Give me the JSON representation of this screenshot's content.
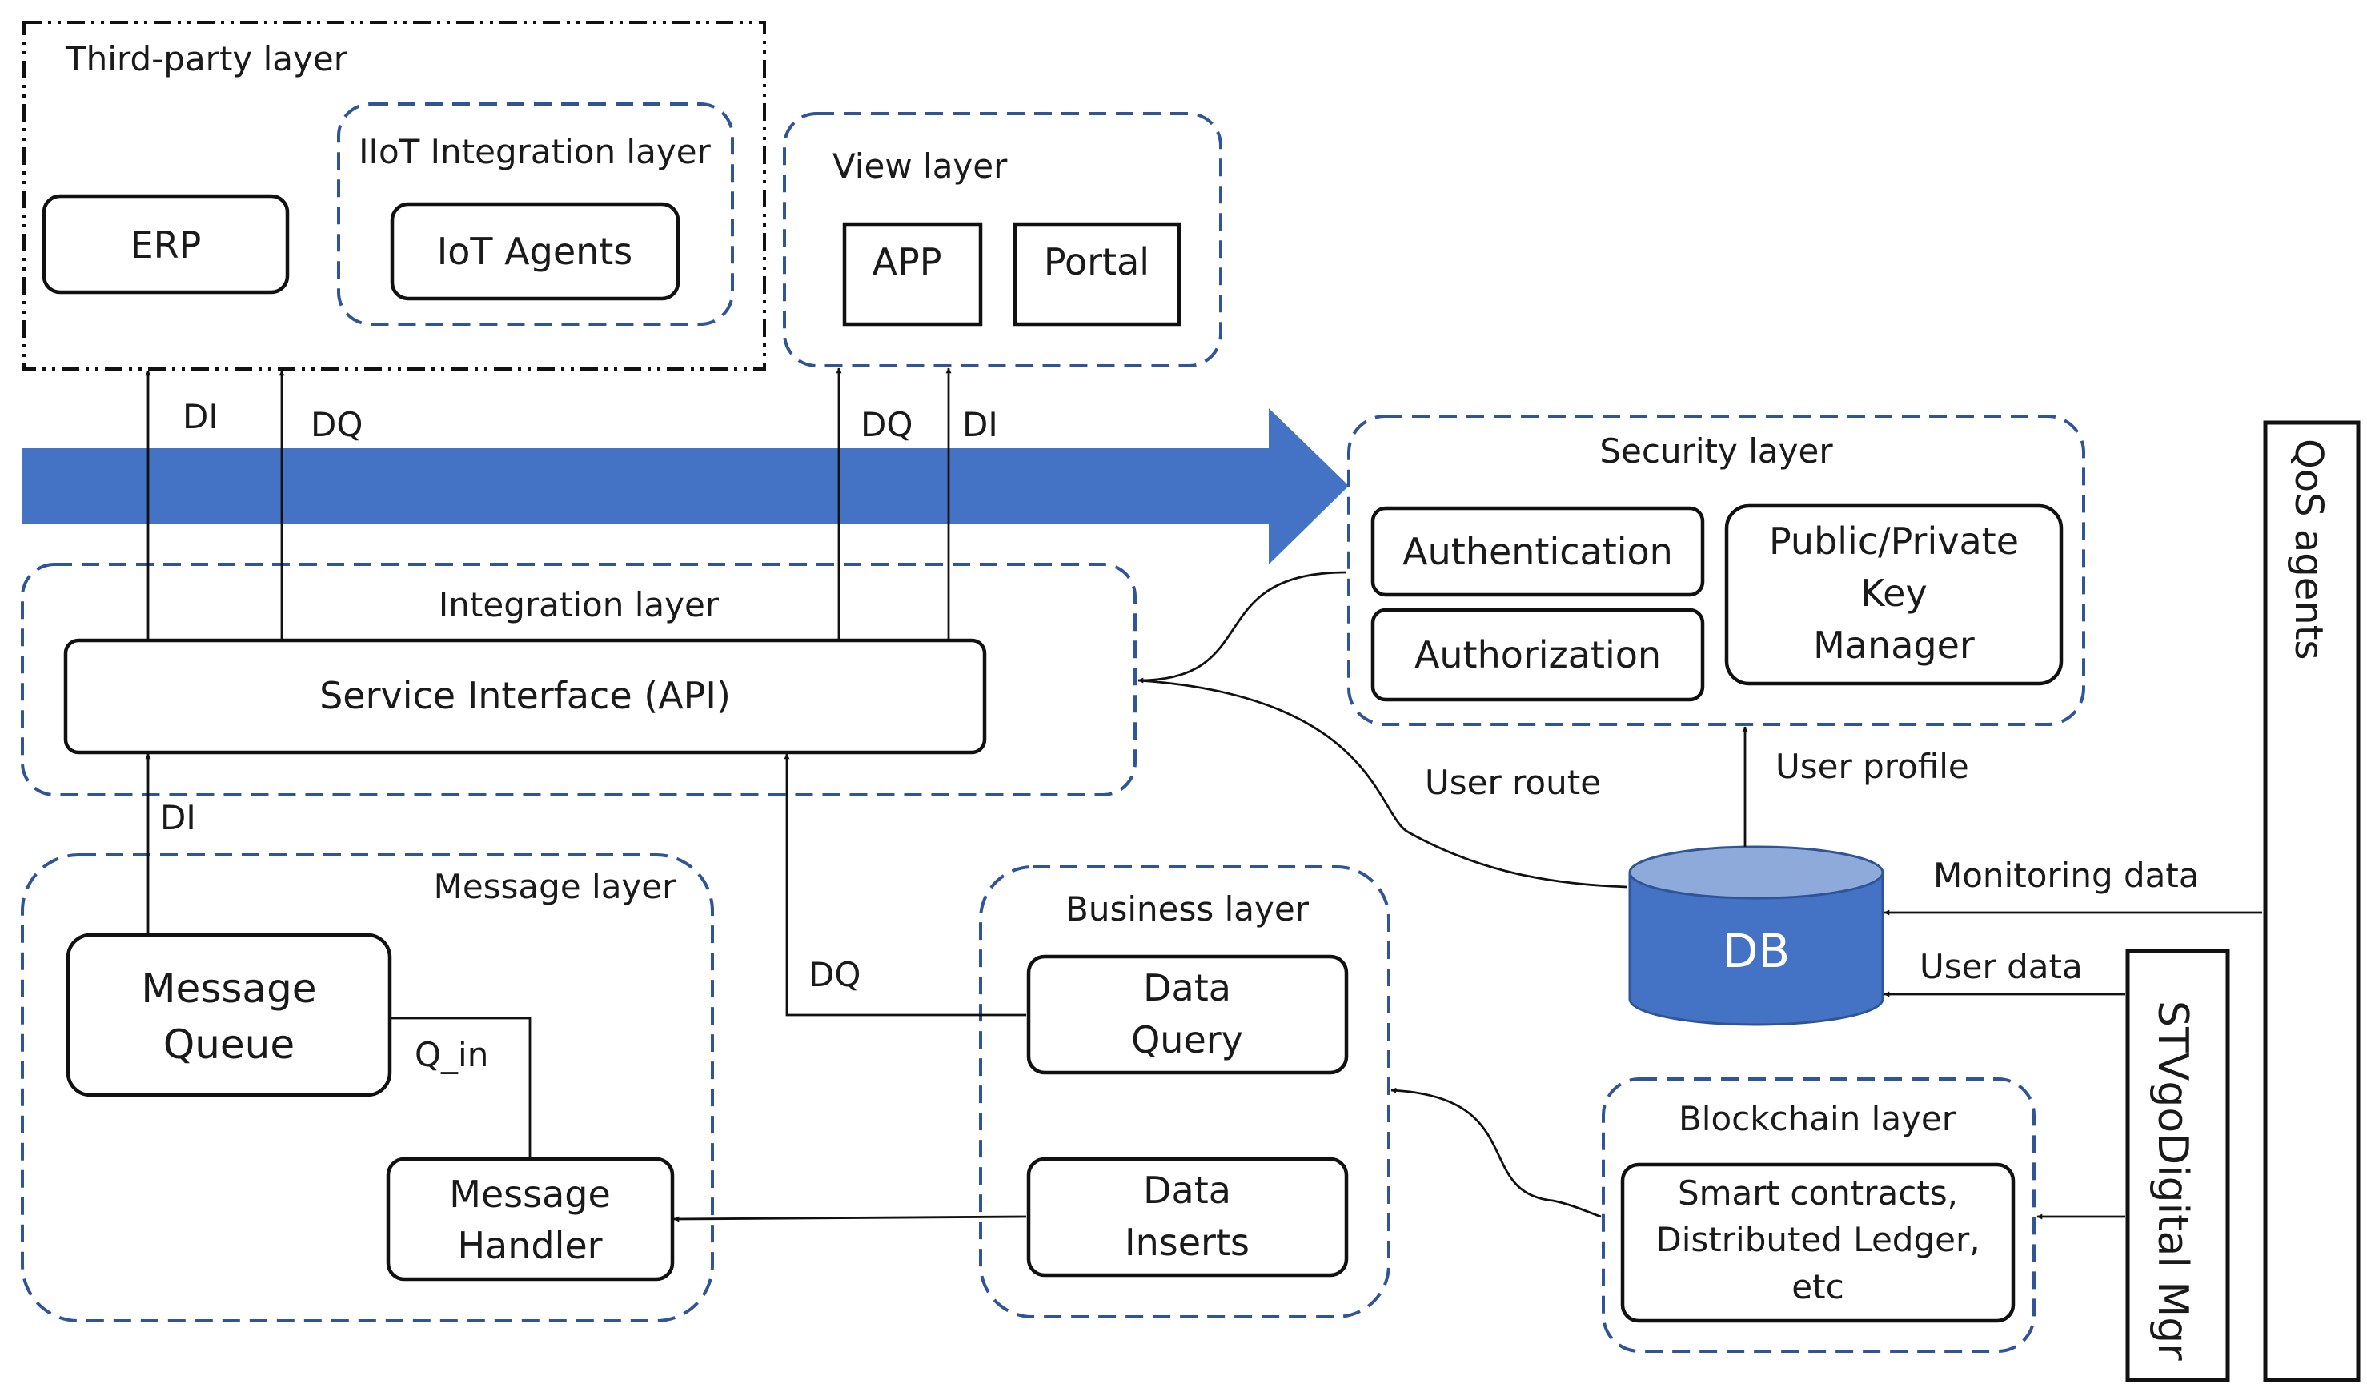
{
  "layers": {
    "third_party": "Third-party layer",
    "iiot": "IIoT Integration layer",
    "view": "View layer",
    "security": "Security layer",
    "integration": "Integration layer",
    "message": "Message layer",
    "business": "Business layer",
    "blockchain": "Blockchain layer"
  },
  "components": {
    "erp": "ERP",
    "iot_agents": "IoT Agents",
    "app": "APP",
    "portal": "Portal",
    "authentication": "Authentication",
    "authorization": "Authorization",
    "key_manager": [
      "Public/Private",
      "Key",
      "Manager"
    ],
    "service_interface": "Service Interface (API)",
    "message_queue": [
      "Message",
      "Queue"
    ],
    "message_handler": [
      "Message",
      "Handler"
    ],
    "data_query": [
      "Data",
      "Query"
    ],
    "data_inserts": [
      "Data",
      "Inserts"
    ],
    "smart_contracts": [
      "Smart contracts,",
      "Distributed Ledger,",
      "etc"
    ],
    "db": "DB",
    "qos_agents": "QoS agents",
    "stvgo_mgr": "STVgoDigital Mgr"
  },
  "edges": {
    "erp_di": "DI",
    "iot_dq": "DQ",
    "view_dq": "DQ",
    "view_di": "DI",
    "api_mq_di": "DI",
    "api_business_dq": "DQ",
    "q_in": "Q_in",
    "user_route": "User route",
    "user_profile": "User profile",
    "monitoring_data": "Monitoring data",
    "user_data": "User data"
  },
  "colors": {
    "layer_border": "#2f5597",
    "flow_arrow": "#4472c4",
    "db_fill": "#4472c4",
    "db_top": "#8eaadb",
    "db_stroke": "#2f5597"
  }
}
